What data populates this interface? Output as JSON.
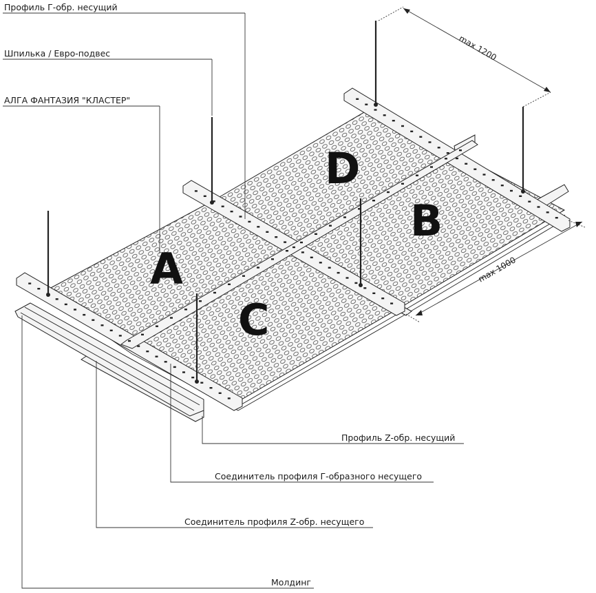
{
  "callouts": {
    "g_profile": "Профиль Г-обр. несущий",
    "rod": "Шпилька / Евро-подвес",
    "panel": "АЛГА ФАНТАЗИЯ \"КЛАСТЕР\"",
    "z_profile": "Профиль Z-обр. несущий",
    "g_connector": "Соединитель профиля Г-образного несущего",
    "z_connector": "Соединитель профиля Z-обр. несущего",
    "molding": "Молдинг"
  },
  "dimensions": {
    "width": "max 1200",
    "length": "max 1000"
  },
  "panels": [
    "A",
    "B",
    "C",
    "D"
  ],
  "colors": {
    "line": "#222222",
    "panel_fill": "#ececec",
    "background": "#ffffff"
  }
}
